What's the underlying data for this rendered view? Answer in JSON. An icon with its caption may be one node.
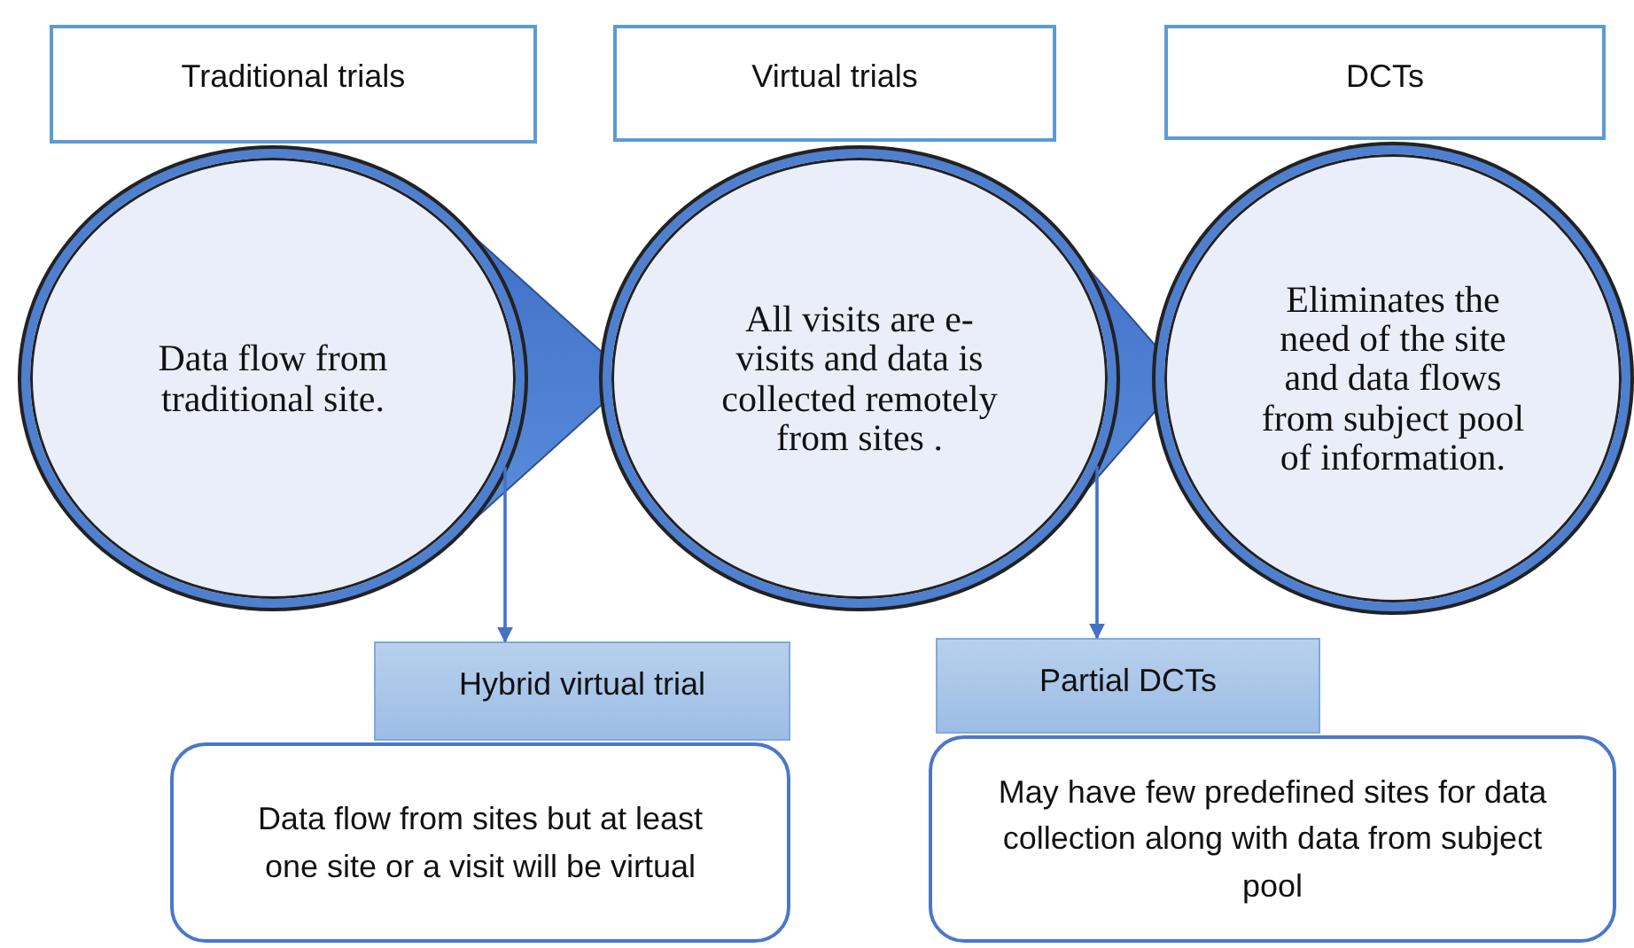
{
  "diagram": {
    "nodes": [
      {
        "text": [
          "Traditional trials"
        ]
      },
      {
        "text": [
          "Virtual trials"
        ]
      },
      {
        "text": [
          "DCTs"
        ]
      },
      {
        "text": [
          "Data flow from traditional site."
        ]
      },
      {
        "text": [
          "All visits are e-visits and data is collected remotely from sites ."
        ]
      },
      {
        "text": [
          "Eliminates the need of the site and data flows from subject pool of information."
        ]
      },
      {
        "text": [
          "Hybrid virtual trial"
        ]
      },
      {
        "text": [
          "Data flow from sites but at least one site or a visit will be virtual"
        ]
      },
      {
        "text": [
          "Partial DCTs"
        ]
      },
      {
        "text": [
          "May have few predefined sites for data collection along with data from subject pool"
        ]
      }
    ],
    "edges": [
      {
        "from": 3,
        "to": 4,
        "arrow": "to"
      },
      {
        "from": 4,
        "to": 5,
        "arrow": "to"
      },
      {
        "from": 3,
        "to": 6,
        "arrow": "to"
      },
      {
        "from": 4,
        "to": 8,
        "arrow": "to"
      }
    ]
  }
}
